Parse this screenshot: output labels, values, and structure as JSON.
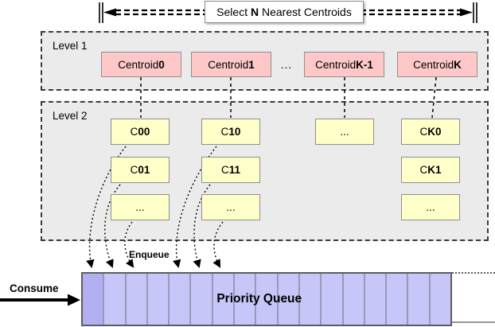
{
  "header": {
    "select_label": {
      "pre": "Select ",
      "bold": "N",
      "post": " Nearest Centroids"
    }
  },
  "level1": {
    "label": "Level 1",
    "ellipsis": "...",
    "nodes": [
      {
        "pre": "Centroid ",
        "bold": "0"
      },
      {
        "pre": "Centroid ",
        "bold": "1"
      },
      {
        "pre": "Centroid ",
        "bold": "K-1"
      },
      {
        "pre": "Centroid ",
        "bold": "K"
      }
    ]
  },
  "level2": {
    "label": "Level 2",
    "columns": [
      {
        "cells": [
          {
            "pre": "C",
            "bold": "00"
          },
          {
            "pre": "C",
            "bold": "01"
          },
          {
            "text": "..."
          }
        ]
      },
      {
        "cells": [
          {
            "pre": "C",
            "bold": "10"
          },
          {
            "pre": "C",
            "bold": "11"
          },
          {
            "text": "..."
          }
        ]
      },
      {
        "cells": [
          {
            "text": "..."
          }
        ]
      },
      {
        "cells": [
          {
            "pre": "C",
            "bold": "K0"
          },
          {
            "pre": "C",
            "bold": "K1"
          },
          {
            "text": "..."
          }
        ]
      }
    ]
  },
  "queue": {
    "label": "Priority Queue",
    "enqueue_label": "Enqueue",
    "consume_label": "Consume",
    "cell_count": 17
  },
  "colors": {
    "level_bg": "#ebebeb",
    "centroid_fill": "#ffc8c8",
    "cluster_fill": "#ffffc9",
    "queue_cell": "#c7c6f9",
    "queue_cell_first": "#b2b0f0"
  }
}
